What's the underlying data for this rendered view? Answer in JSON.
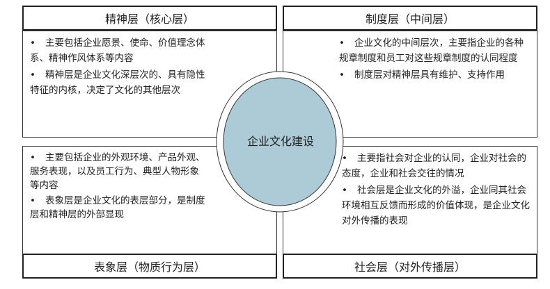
{
  "center": {
    "label": "企业文化建设",
    "fill": "#adcad7"
  },
  "quadrants": {
    "tl": {
      "title": "精神层（核心层）",
      "bullets": [
        "主要包括企业愿景、使命、价值理念体系、精神作风体系等内容",
        "精神层是企业文化深层次的、具有隐性特征的内核，决定了文化的其他层次"
      ]
    },
    "tr": {
      "title": "制度层（中间层）",
      "bullets": [
        "企业文化的中间层次，主要指企业的各种规章制度和员工对这些规章制度的认同程度",
        "制度层对精神层具有维护、支持作用"
      ]
    },
    "bl": {
      "title": "表象层（物质行为层）",
      "bullets": [
        "主要包括企业的外观环境、产品外观、服务表现，以及员工行为、典型人物形象等内容",
        "表象层是企业文化的表层部分，是制度层和精神层的外部显现"
      ]
    },
    "br": {
      "title": "社会层（对外传播层）",
      "bullets": [
        "主要指社会对企业的认同，企业对社会的态度，企业和社会交往的情况",
        "社会层是企业文化的外溢，企业同其社会环境相互反馈而形成的价值体现，是企业文化对外传播的表现"
      ]
    }
  }
}
